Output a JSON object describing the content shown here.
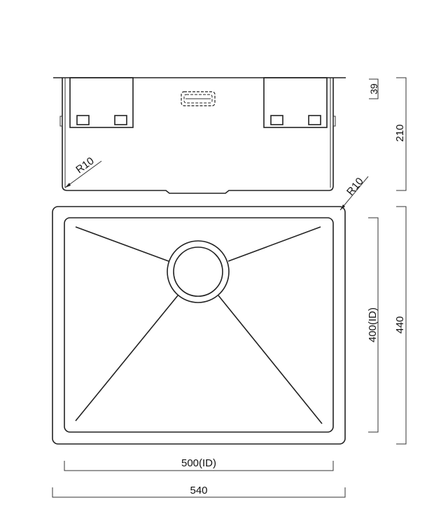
{
  "dimensions": {
    "lip_height": "39",
    "depth": "210",
    "inner_depth_top": "400(ID)",
    "outer_depth_top": "440",
    "inner_width": "500(ID)",
    "outer_width": "540",
    "radius_side": "R10",
    "radius_top": "R10"
  },
  "colors": {
    "line": "#222222",
    "background": "#ffffff"
  }
}
